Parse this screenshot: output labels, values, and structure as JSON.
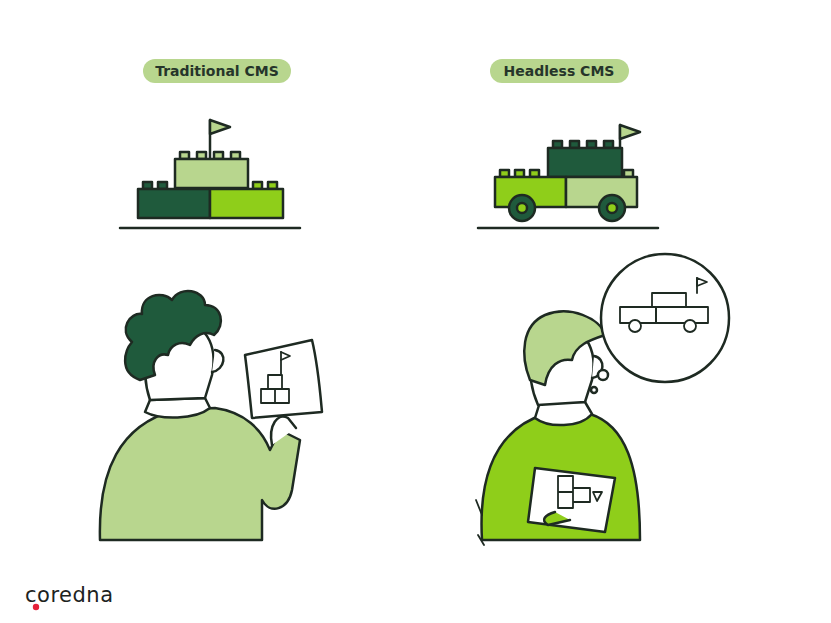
{
  "diagram": {
    "nodes": [
      {
        "text": [
          "Traditional CMS"
        ]
      },
      {
        "text": [
          "Headless CMS"
        ]
      }
    ],
    "labels": [
      "coredna"
    ]
  }
}
